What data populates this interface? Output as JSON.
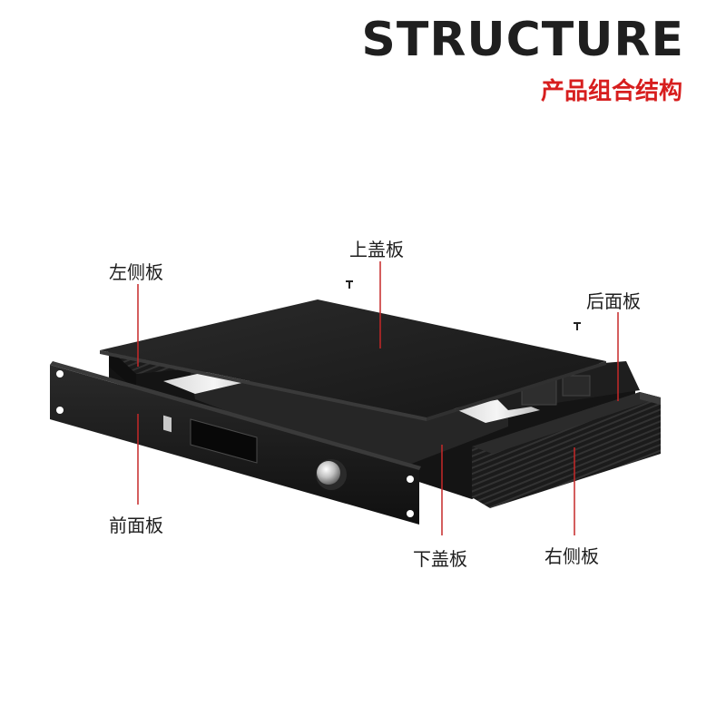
{
  "header": {
    "title": "STRUCTURE",
    "subtitle": "产品组合结构"
  },
  "parts": {
    "top_cover": "上盖板",
    "left_side": "左侧板",
    "rear_panel": "后面板",
    "front_panel": "前面板",
    "bottom_cover": "下盖板",
    "right_side": "右侧板"
  },
  "colors": {
    "accent": "#d71e1e",
    "leader_line": "#c62828",
    "metal": "#1a1a1a"
  }
}
